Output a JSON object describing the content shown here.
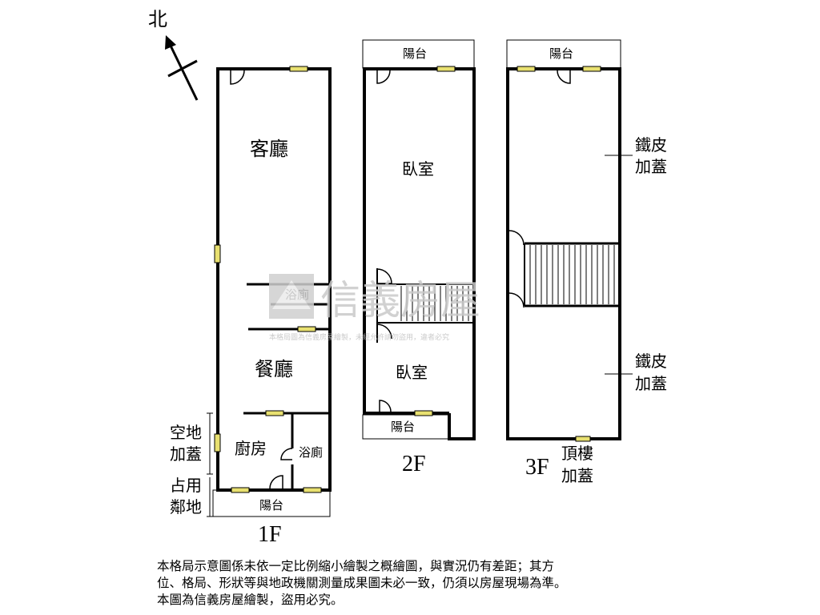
{
  "compass": {
    "north_label": "北"
  },
  "watermark": {
    "brand": "信義房屋",
    "notice": "本格局圖為信義房屋繪製，未經允許請勿盜用，違者必究"
  },
  "floors": {
    "f1": {
      "label": "1F",
      "rooms": {
        "living": "客廳",
        "bath_a": "浴廁",
        "dining": "餐廳",
        "kitchen": "廚房",
        "bath_b": "浴廁",
        "balcony": "陽台"
      },
      "side_notes": {
        "vacant_line1": "空地",
        "vacant_line2": "加蓋",
        "occupy_line1": "占用",
        "occupy_line2": "鄰地"
      }
    },
    "f2": {
      "label": "2F",
      "rooms": {
        "balcony_top": "陽台",
        "bedroom_a": "臥室",
        "bedroom_b": "臥室",
        "balcony_bottom": "陽台"
      }
    },
    "f3": {
      "label": "3F",
      "rooms": {
        "balcony_top": "陽台",
        "iron_a_line1": "鐵皮",
        "iron_a_line2": "加蓋",
        "iron_b_line1": "鐵皮",
        "iron_b_line2": "加蓋",
        "roof_line1": "頂樓",
        "roof_line2": "加蓋"
      }
    }
  },
  "disclaimer": {
    "line1": "本格局示意圖係未依一定比例縮小繪製之概繪圖，與實況仍有差距；其方",
    "line2": "位、格局、形狀等與地政機關測量成果圖未必一致，仍須以房屋現場為準。",
    "line3": "本圖為信義房屋繪製，盜用必究。"
  }
}
